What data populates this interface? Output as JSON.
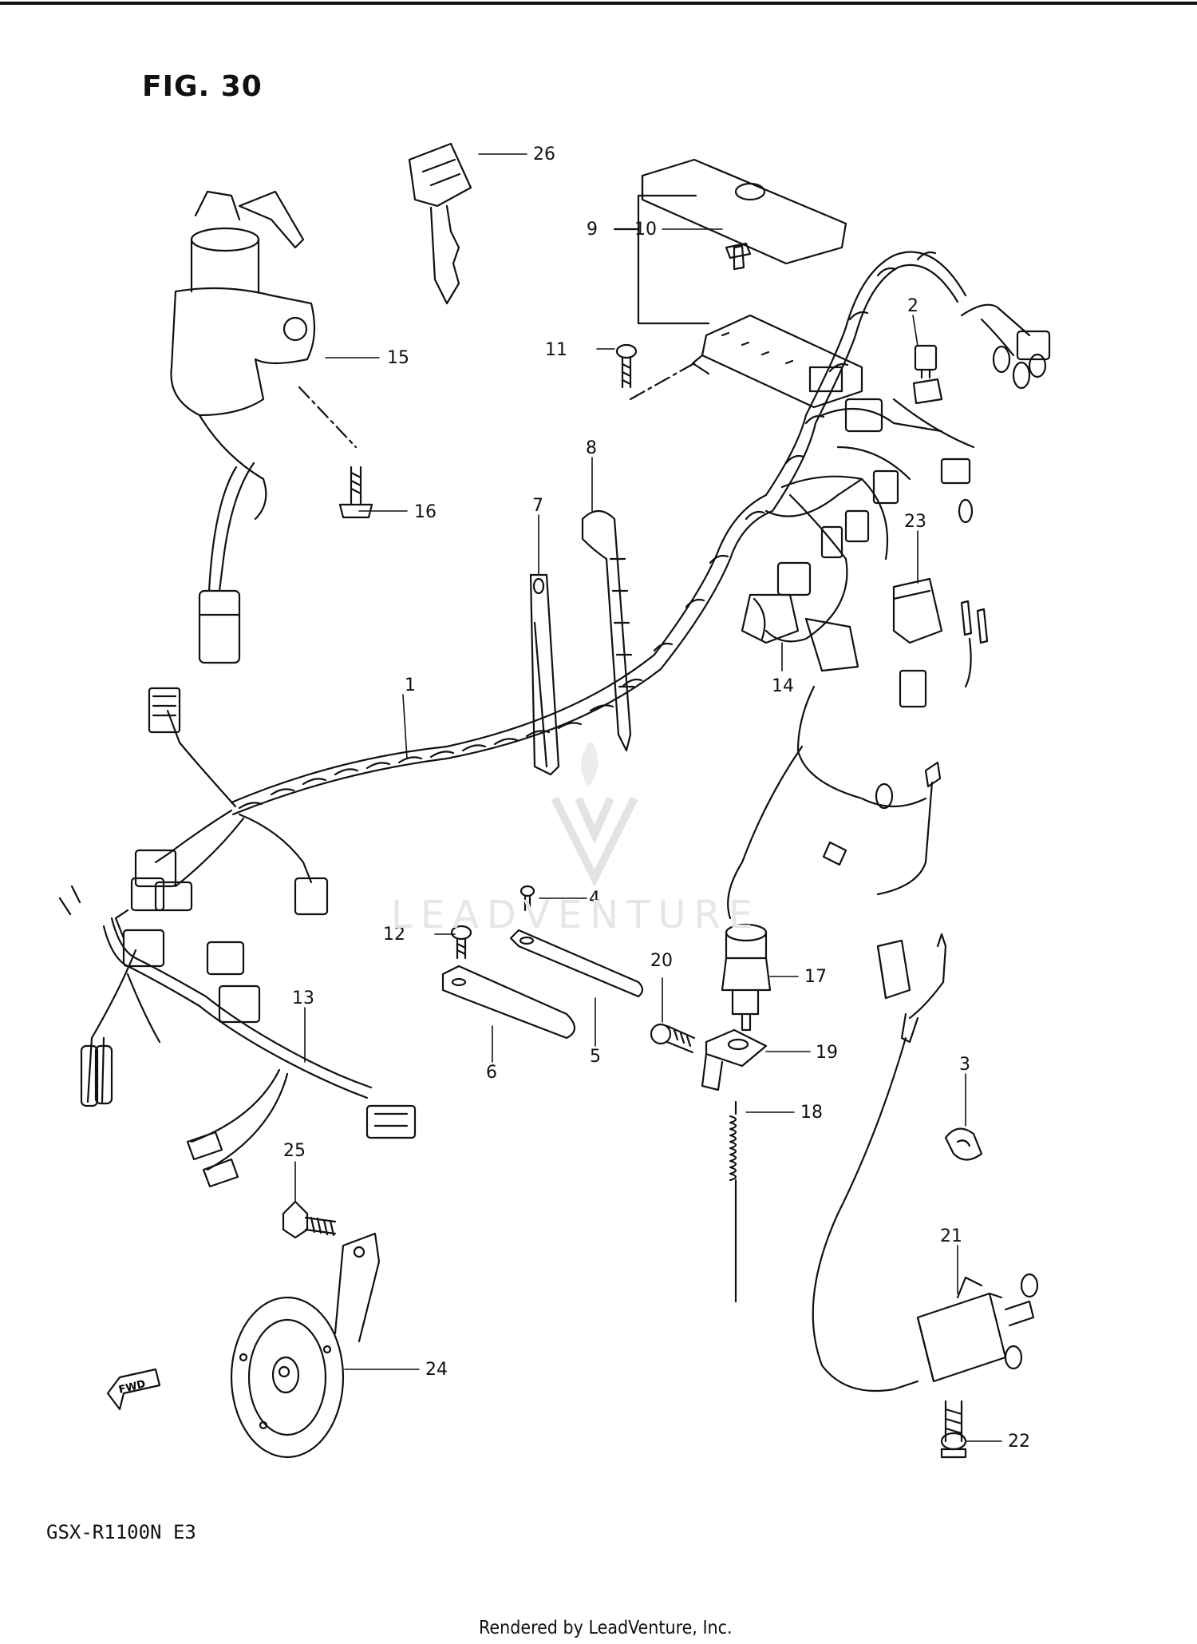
{
  "figure": {
    "title": "FIG. 30",
    "model": "GSX-R1100N E3"
  },
  "footer": "Rendered by LeadVenture, Inc.",
  "watermark": "LEADVENTURE",
  "fwd_label": "FWD",
  "callouts": [
    {
      "id": "1",
      "label": "1"
    },
    {
      "id": "2",
      "label": "2"
    },
    {
      "id": "3",
      "label": "3"
    },
    {
      "id": "4",
      "label": "4"
    },
    {
      "id": "5",
      "label": "5"
    },
    {
      "id": "6",
      "label": "6"
    },
    {
      "id": "7",
      "label": "7"
    },
    {
      "id": "8",
      "label": "8"
    },
    {
      "id": "9",
      "label": "9"
    },
    {
      "id": "10",
      "label": "10"
    },
    {
      "id": "11",
      "label": "11"
    },
    {
      "id": "12",
      "label": "12"
    },
    {
      "id": "13",
      "label": "13"
    },
    {
      "id": "14",
      "label": "14"
    },
    {
      "id": "15",
      "label": "15"
    },
    {
      "id": "16",
      "label": "16"
    },
    {
      "id": "17",
      "label": "17"
    },
    {
      "id": "18",
      "label": "18"
    },
    {
      "id": "19",
      "label": "19"
    },
    {
      "id": "20",
      "label": "20"
    },
    {
      "id": "21",
      "label": "21"
    },
    {
      "id": "22",
      "label": "22"
    },
    {
      "id": "23",
      "label": "23"
    },
    {
      "id": "24",
      "label": "24"
    },
    {
      "id": "25",
      "label": "25"
    },
    {
      "id": "26",
      "label": "26"
    }
  ]
}
